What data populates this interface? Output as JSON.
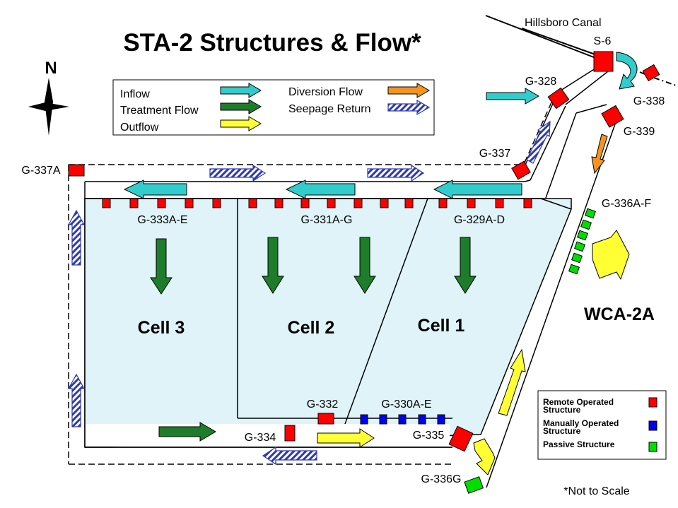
{
  "title": "STA-2 Structures & Flow*",
  "north": "N",
  "canal": "Hillsboro Canal",
  "cells": [
    "Cell 3",
    "Cell 2",
    "Cell 1"
  ],
  "area": "WCA-2A",
  "note": "*Not to Scale",
  "flow_legend": {
    "inflow": "Inflow",
    "treatment": "Treatment Flow",
    "outflow": "Outflow",
    "diversion": "Diversion Flow",
    "seepage": "Seepage Return"
  },
  "structure_legend": {
    "remote": "Remote Operated Structure",
    "manual": "Manually Operated Structure",
    "passive": "Passive Structure"
  },
  "structures": {
    "s6": "S-6",
    "g328": "G-328",
    "g338": "G-338",
    "g339": "G-339",
    "g337": "G-337",
    "g337a": "G-337A",
    "g336af": "G-336A-F",
    "g333": "G-333A-E",
    "g331": "G-331A-G",
    "g329": "G-329A-D",
    "g332": "G-332",
    "g330": "G-330A-E",
    "g334": "G-334",
    "g335": "G-335",
    "g336g": "G-336G"
  },
  "colors": {
    "cell_fill": "#dff3f8",
    "inflow": "#33cccc",
    "treatment": "#1e7d2a",
    "outflow": "#ffff33",
    "diversion": "#f7941d",
    "seepage": "#3333aa",
    "remote": "#ff0000",
    "manual": "#0000ee",
    "passive": "#00dd00"
  }
}
